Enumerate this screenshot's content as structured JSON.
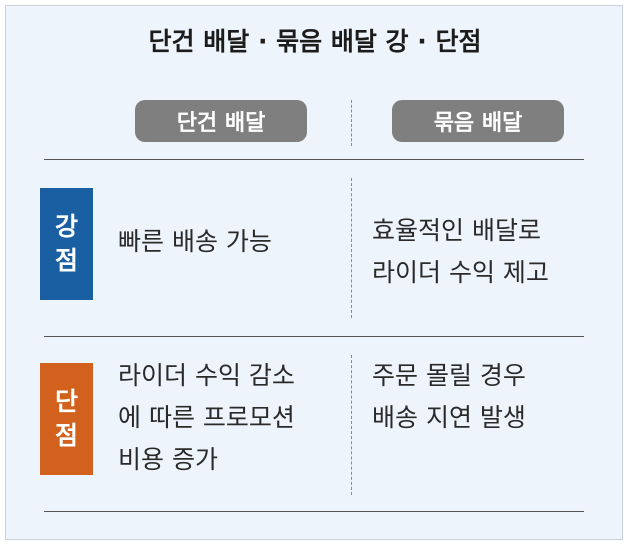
{
  "title": "단건 배달 · 묶음 배달 강 · 단점",
  "columns": {
    "single": "단건 배달",
    "bundle": "묶음 배달"
  },
  "rows": [
    {
      "label_lines": [
        "강",
        "점"
      ],
      "single": "빠른 배송 가능",
      "bundle": "효율적인 배달로\n라이더 수익 제고"
    },
    {
      "label_lines": [
        "단",
        "점"
      ],
      "single": "라이더 수익 감소\n에 따른 프로모션\n비용 증가",
      "bundle": "주문 몰릴 경우\n배송 지연 발생"
    }
  ],
  "colors": {
    "background": "#eef4fb",
    "header_pill": "#7f7f7f",
    "pros_badge": "#1b5fa3",
    "cons_badge": "#d2611e"
  }
}
